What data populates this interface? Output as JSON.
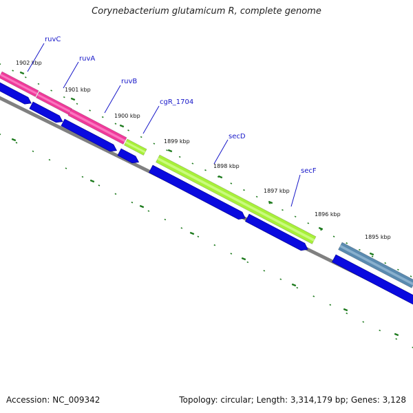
{
  "title": "Corynebacterium glutamicum R, complete genome",
  "footer": {
    "accession": "Accession: NC_009342",
    "topology": "Topology: circular; Length: 3,314,179 bp; Genes: 3,128"
  },
  "colors": {
    "backbone": "#808080",
    "gene_strand": "#0a0adf",
    "pink": "#ef3a9a",
    "lime": "#a8f03a",
    "steel": "#5a8ab0",
    "ticks": "#1d7a1d",
    "label": "#1515c8"
  },
  "scale_labels": [
    "1902 kbp",
    "1901 kbp",
    "1900 kbp",
    "1899 kbp",
    "1898 kbp",
    "1897 kbp",
    "1896 kbp",
    "1895 kbp"
  ],
  "gene_labels": [
    "ruvC",
    "ruvA",
    "ruvB",
    "cgR_1704",
    "secD",
    "secF"
  ]
}
